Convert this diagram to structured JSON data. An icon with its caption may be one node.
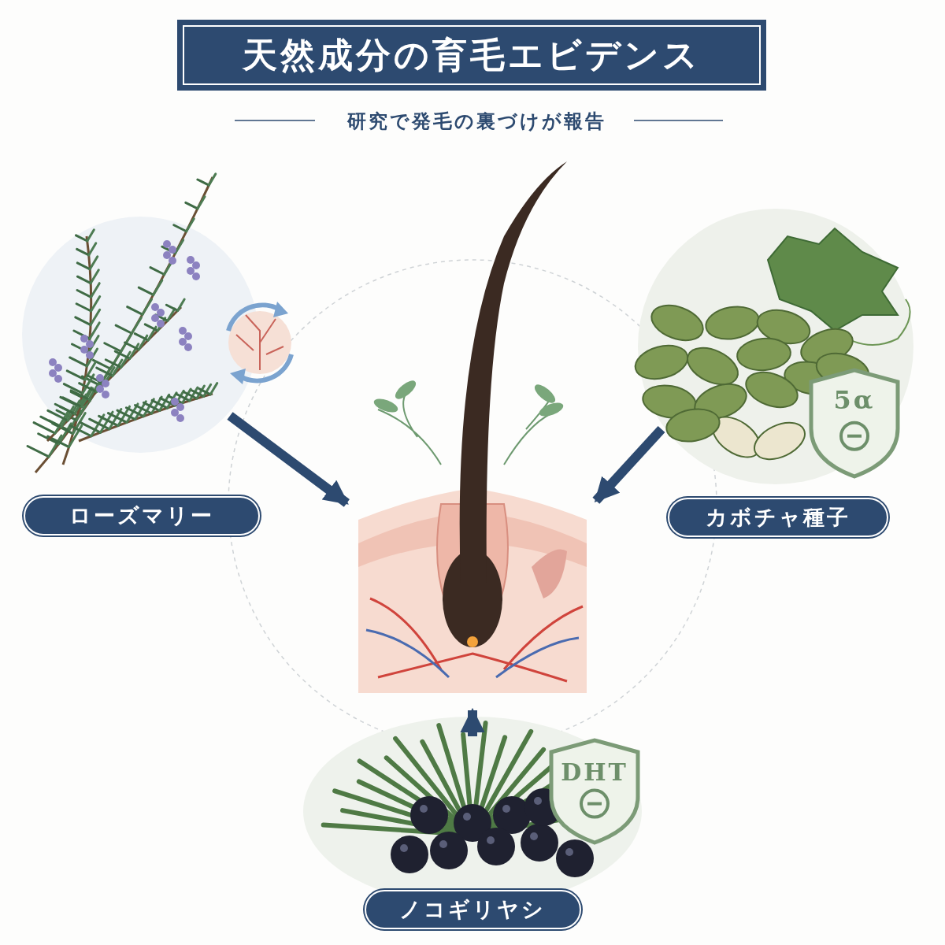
{
  "diagram": {
    "title": "天然成分の育毛エビデンス",
    "nodes": [
      {
        "text": [
          "ローズマリー"
        ]
      },
      {
        "text": [
          "カボチャ種子"
        ]
      },
      {
        "text": [
          "ノコギリヤシ"
        ]
      },
      {
        "text": [],
        "shape": "picture"
      }
    ],
    "edges": [
      {
        "from": 0,
        "to": 3,
        "arrow": "to"
      },
      {
        "from": 1,
        "to": 3,
        "arrow": "to"
      },
      {
        "from": 2,
        "to": 3,
        "arrow": "to"
      }
    ],
    "labels": [
      "研究で発毛の裏づけが報告",
      "5α",
      "DHT"
    ]
  }
}
